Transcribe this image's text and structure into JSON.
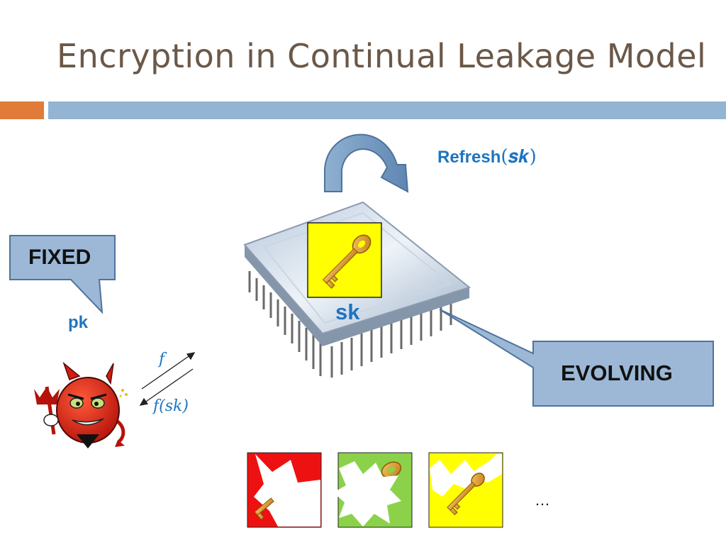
{
  "slide": {
    "title": "Encryption in Continual Leakage Model",
    "colors": {
      "title": "#6b5848",
      "accent_orange": "#e07b39",
      "accent_blue": "#93b4d2",
      "label_blue": "#1f74bf"
    }
  },
  "labels": {
    "fixed": "FIXED",
    "pk": "pk",
    "sk": "sk",
    "evolving": "EVOLVING",
    "refresh_word": "Refresh",
    "refresh_arg": "(𝒔𝒌)",
    "f": "f",
    "f_sk": "f(sk)",
    "ellipsis": "…"
  },
  "icons": [
    "curved-arrow-icon",
    "chip-icon",
    "key-icon",
    "devil-icon",
    "leak-arrows-icon",
    "broken-key-card-icon"
  ]
}
